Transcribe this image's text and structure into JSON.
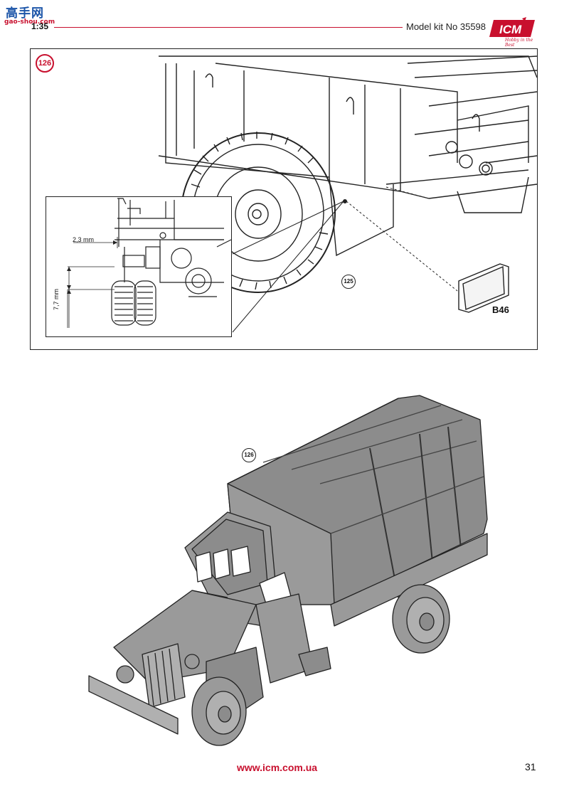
{
  "watermark": {
    "site_cn": "高手网",
    "site_url": "gao-shou.com"
  },
  "header": {
    "scale": "1:35",
    "kit_number": "Model kit No 35598",
    "logo_text": "ICM",
    "logo_tagline": "Hobby in the Best"
  },
  "step": {
    "number": "126",
    "reference_step": "125",
    "part_label": "B46",
    "inset": {
      "dim_horizontal": "2,3 mm",
      "dim_vertical": "7,7 mm"
    }
  },
  "result": {
    "step_number": "126"
  },
  "footer": {
    "url": "www.icm.com.ua",
    "page_number": "31"
  },
  "colors": {
    "accent": "#c8102e",
    "line": "#222222",
    "model_fill": "#9a9a9a",
    "cover_fill": "#8c8c8c"
  }
}
